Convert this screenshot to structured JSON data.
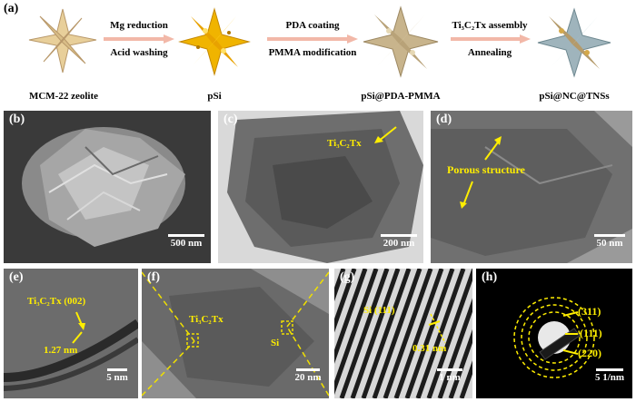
{
  "panel_a": {
    "label": "(a)",
    "steps": [
      {
        "top": "Mg reduction",
        "bottom": "Acid washing"
      },
      {
        "top": "PDA coating",
        "bottom": "PMMA modification"
      },
      {
        "top": "Ti₃C₂Tx assembly",
        "bottom": "Annealing"
      }
    ],
    "captions": [
      "MCM-22 zeolite",
      "pSi",
      "pSi@PDA-PMMA",
      "pSi@NC@TNSs"
    ]
  },
  "panel_b": {
    "label": "(b)",
    "scale": "500 nm"
  },
  "panel_c": {
    "label": "(c)",
    "annotation": "Ti₃C₂Tx",
    "scale": "200 nm"
  },
  "panel_d": {
    "label": "(d)",
    "annotation": "Porous structure",
    "scale": "50 nm"
  },
  "panel_e": {
    "label": "(e)",
    "annotation1": "Ti₃C₂Tx (002)",
    "annotation2": "1.27 nm",
    "scale": "5 nm"
  },
  "panel_f": {
    "label": "(f)",
    "annotation1": "Ti₃C₂Tx",
    "annotation2": "Si",
    "scale": "20 nm"
  },
  "panel_g": {
    "label": "(g)",
    "annotation1": "Si (111)",
    "annotation2": "0.31 nm",
    "scale": "1 nm"
  },
  "panel_h": {
    "label": "(h)",
    "rings": [
      "(311)",
      "(111)",
      "(220)"
    ],
    "scale": "5 1/nm"
  }
}
